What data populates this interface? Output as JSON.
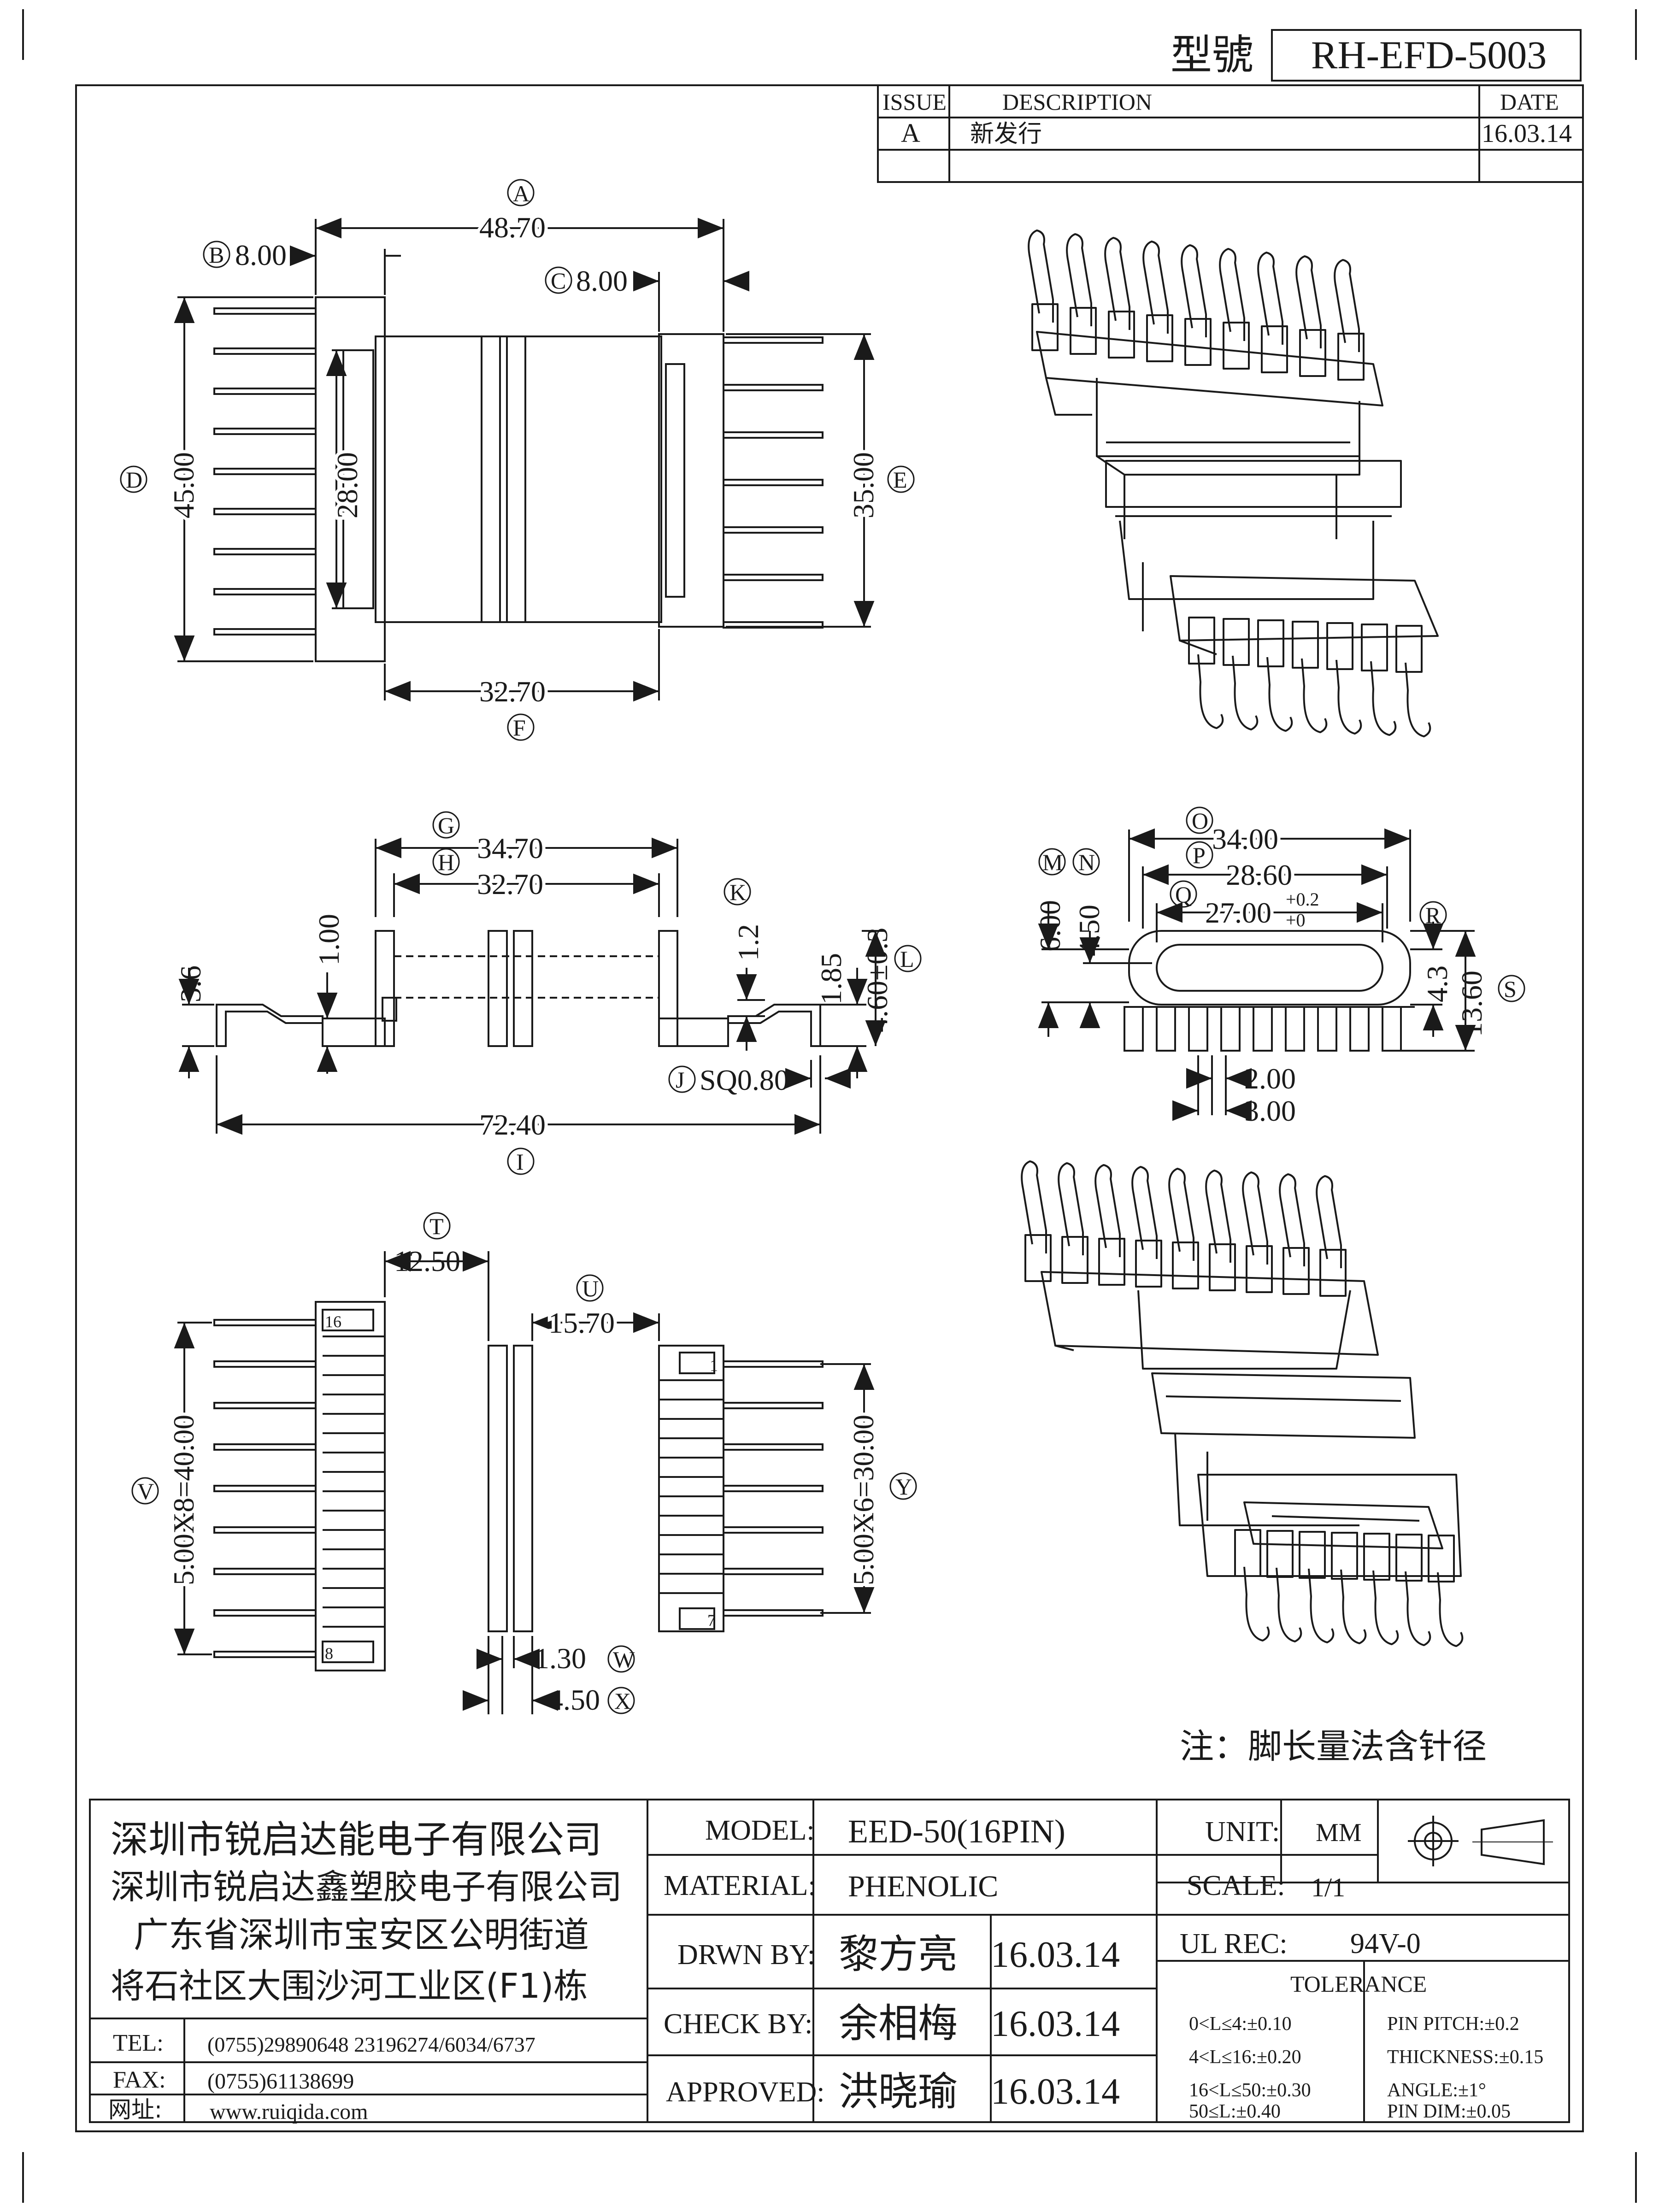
{
  "header": {
    "model_label": "型號",
    "model_value": "RH-EFD-5003"
  },
  "revision_table": {
    "headers": [
      "ISSUE",
      "DESCRIPTION",
      "DATE"
    ],
    "rows": [
      [
        "A",
        "新发行",
        "16.03.14"
      ]
    ]
  },
  "view1": {
    "A": {
      "tag": "A",
      "value": "48.70"
    },
    "B": {
      "tag": "B",
      "value": "8.00"
    },
    "C": {
      "tag": "C",
      "value": "8.00"
    },
    "D": {
      "tag": "D",
      "value": "45.00"
    },
    "inner_height": "28.00",
    "E": {
      "tag": "E",
      "value": "35.00"
    },
    "F": {
      "tag": "F",
      "value": "32.70"
    }
  },
  "view2": {
    "G": {
      "tag": "G",
      "value": "34.70"
    },
    "H": {
      "tag": "H",
      "value": "32.70"
    },
    "K": {
      "tag": "K",
      "value": "1.2"
    },
    "L": {
      "tag": "L",
      "value": "4.60±0.3"
    },
    "val_185": "1.85",
    "val_100": "1.00",
    "val_36": "3.6",
    "J": {
      "tag": "J",
      "value": "SQ0.80"
    },
    "I": {
      "tag": "I",
      "value": "72.40"
    }
  },
  "view3": {
    "O": {
      "tag": "O",
      "value": "34.00"
    },
    "P": {
      "tag": "P",
      "value": "28.60"
    },
    "Q": {
      "tag": "Q",
      "value": "27.00",
      "tol_plus": "+0.2",
      "tol_minus": "+0"
    },
    "M": {
      "tag": "M",
      "value": "6.00"
    },
    "N": {
      "tag": "N",
      "value": "4.50"
    },
    "R": {
      "tag": "R",
      "value": "4.3"
    },
    "S": {
      "tag": "S",
      "value": "13.60"
    },
    "pin_width": "2.00",
    "pin_pitch": "3.00"
  },
  "view4": {
    "T": {
      "tag": "T",
      "value": "12.50"
    },
    "U": {
      "tag": "U",
      "value": "15.70"
    },
    "V": {
      "tag": "V",
      "value": "5.00X8=40.00"
    },
    "Y": {
      "tag": "Y",
      "value": "5.00X6=30.00"
    },
    "W": {
      "tag": "W",
      "value": "1.30"
    },
    "X": {
      "tag": "X",
      "value": "4.50"
    },
    "pin_16": "16",
    "pin_8": "8",
    "pin_1": "1",
    "pin_7": "7"
  },
  "note": "注：脚长量法含针径",
  "company": {
    "line1": "深圳市锐启达能电子有限公司",
    "line2": "深圳市锐启达鑫塑胶电子有限公司",
    "line3": "广东省深圳市宝安区公明街道",
    "line4": "将石社区大围沙河工业区(F1)栋",
    "tel_label": "TEL:",
    "tel_value": "(0755)29890648  23196274/6034/6737",
    "fax_label": "FAX:",
    "fax_value": "(0755)61138699",
    "web_label": "网址:",
    "web_value": "www.ruiqida.com"
  },
  "title_block": {
    "model_label": "MODEL:",
    "model_value": "EED-50(16PIN)",
    "material_label": "MATERIAL:",
    "material_value": "PHENOLIC",
    "drawn_label": "DRWN BY:",
    "drawn_name": "黎方亮",
    "drawn_date": "16.03.14",
    "check_label": "CHECK BY:",
    "check_name": "余相梅",
    "check_date": "16.03.14",
    "approved_label": "APPROVED:",
    "approved_name": "洪晓瑜",
    "approved_date": "16.03.14",
    "unit_label": "UNIT:",
    "unit_value": "MM",
    "scale_label": "SCALE:",
    "scale_value": "1/1",
    "ul_label": "UL REC:",
    "ul_value": "94V-0",
    "tolerance_title": "TOLERANCE",
    "tol_1": "0<L≤4:±0.10",
    "tol_2": "4<L≤16:±0.20",
    "tol_3": "16<L≤50:±0.30",
    "tol_4": "50≤L:±0.40",
    "tol_5": "PIN PITCH:±0.2",
    "tol_6": "THICKNESS:±0.15",
    "tol_7": "ANGLE:±1°",
    "tol_8": "PIN DIM:±0.05"
  }
}
